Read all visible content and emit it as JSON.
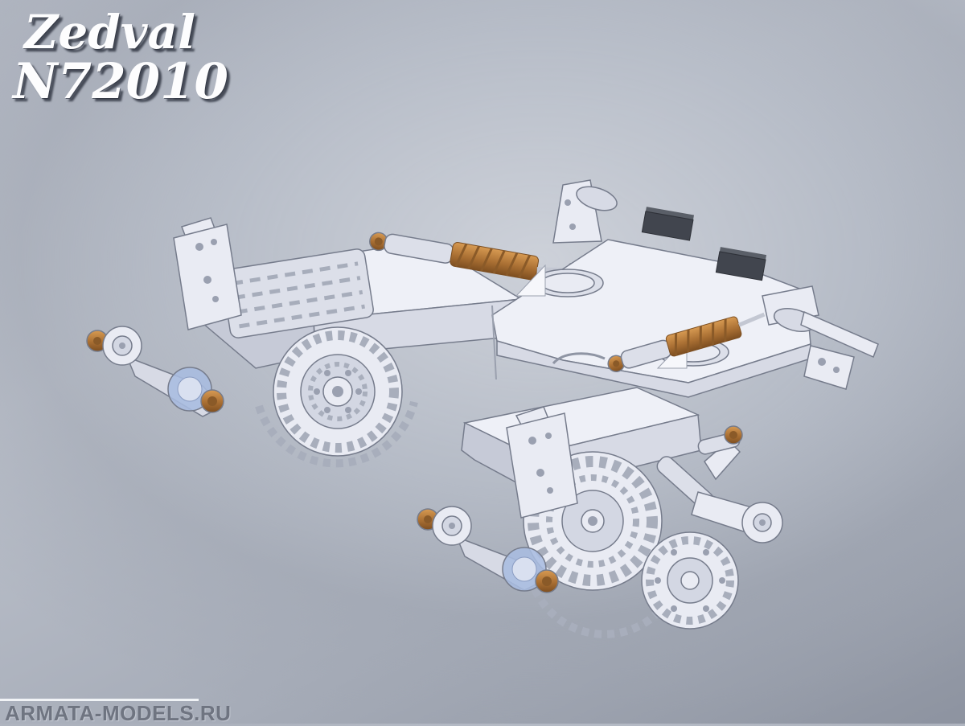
{
  "header": {
    "brand": "Zedval",
    "product_code": "N72010"
  },
  "footer": {
    "watermark": "ARMATA-MODELS.RU"
  },
  "scene": {
    "type": "3d-cad-render",
    "subject": "CAD render of two mirrored scale-model tank suspension assemblies with drive sprockets, track blocks, road rollers and copper spring shock absorbers",
    "colors": {
      "background_center": "#c8ccd4",
      "background_edge": "#8d93a0",
      "part_body": "#e9ebf3",
      "part_shading": "#c6cad7",
      "part_outline": "#767c8c",
      "copper_spring": "#b0763c",
      "dark_pad": "#41454e",
      "ring_blue": "#a9bce0",
      "title_text": "#fdfdfe",
      "watermark_text": "#6a707c"
    }
  }
}
